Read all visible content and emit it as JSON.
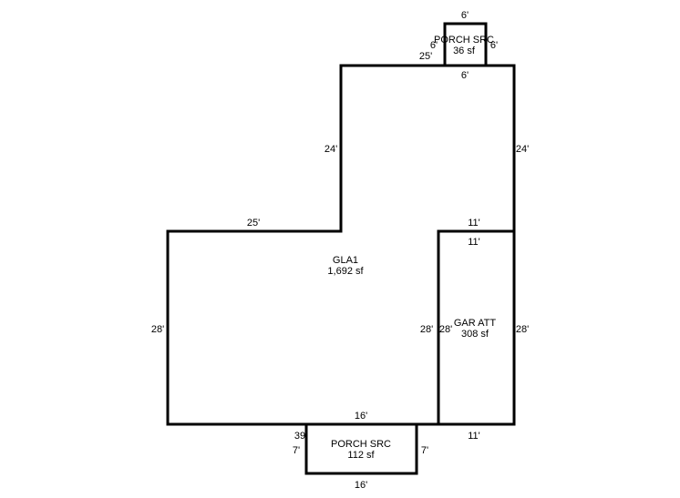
{
  "colors": {
    "line": "#000000",
    "background": "#ffffff"
  },
  "areas": {
    "gla": {
      "name": "GLA1",
      "area": "1,692 sf"
    },
    "garage": {
      "name": "GAR ATT",
      "area": "308 sf"
    },
    "porch_top": {
      "name": "PORCH SRC",
      "area": "36 sf"
    },
    "porch_bottom": {
      "name": "PORCH SRC",
      "area": "112 sf"
    }
  },
  "dimensions": {
    "porch_top_top": "6'",
    "porch_top_left": "6'",
    "porch_top_right": "6'",
    "porch_top_bottom": "6'",
    "upper_top": "25'",
    "upper_left": "24'",
    "upper_right": "24'",
    "left_top": "25'",
    "left_side": "28'",
    "garage_top_outer": "11'",
    "garage_top_inner": "11'",
    "garage_left_outer": "28'",
    "garage_left_inner": "28'",
    "garage_right": "28'",
    "garage_bottom": "11'",
    "gla_bottom": "16'",
    "porch_bottom_corner": "39",
    "porch_bottom_left": "7'",
    "porch_bottom_right": "7'",
    "porch_bottom_bottom": "16'"
  }
}
